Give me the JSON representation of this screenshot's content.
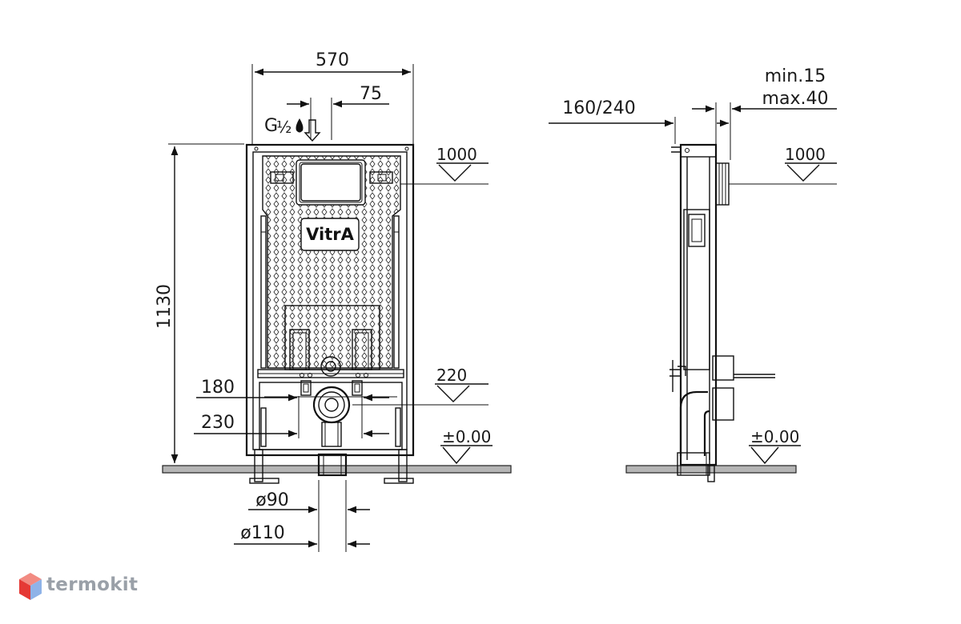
{
  "front_view": {
    "width_label": "570",
    "offset_label": "75",
    "inlet_label_g": "G",
    "inlet_label_fraction": "½",
    "height_label": "1130",
    "level_top_label": "1000",
    "level_mid_label": "220",
    "level_floor_label": "±0.00",
    "bolt_spacing_small_label": "180",
    "bolt_spacing_large_label": "230",
    "pipe_small_label": "ø90",
    "pipe_large_label": "ø110",
    "logo_text": "VitrA"
  },
  "side_view": {
    "depth_label": "160/240",
    "min_label": "min.15",
    "max_label": "max.40",
    "level_top_label": "1000",
    "level_floor_label": "±0.00"
  },
  "watermark": {
    "text": "termokit",
    "icon": "cube-logo-icon",
    "colors": {
      "top": "#f28b82",
      "left": "#e53935",
      "right": "#8fb3e8"
    }
  }
}
